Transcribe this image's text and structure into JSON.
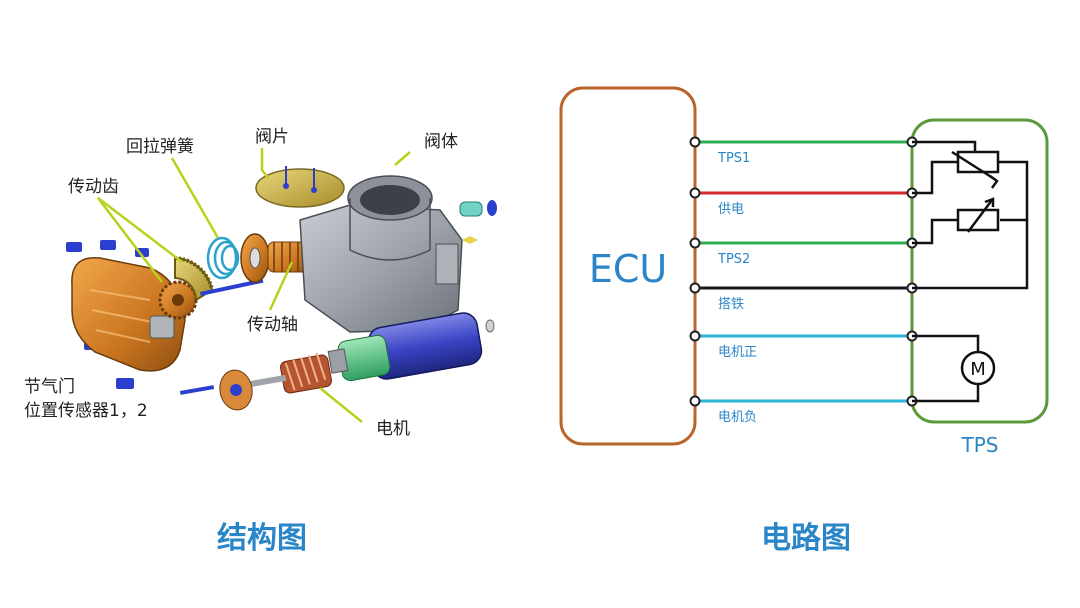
{
  "watermark": "",
  "structure": {
    "caption": "结构图",
    "labels": {
      "valve_plate": "阀片",
      "valve_body": "阀体",
      "return_spring": "回拉弹簧",
      "drive_gear": "传动齿",
      "drive_shaft": "传动轴",
      "position_sensor_line1": "节气门",
      "position_sensor_line2": "位置传感器1，2",
      "motor": "电机"
    }
  },
  "circuit": {
    "caption": "电路图",
    "ecu_label": "ECU",
    "tps_label": "TPS",
    "motor_symbol": "M",
    "wires": [
      {
        "label": "TPS1",
        "color": "#2eae50"
      },
      {
        "label": "供电",
        "color": "#d6282f"
      },
      {
        "label": "TPS2",
        "color": "#2eae50"
      },
      {
        "label": "搭铁",
        "color": "#1a1a1a"
      },
      {
        "label": "电机正",
        "color": "#2ab4d8"
      },
      {
        "label": "电机负",
        "color": "#2ab4d8"
      }
    ],
    "colors": {
      "ecu_box": "#b8652a",
      "tps_box": "#5a9a3a",
      "label_text": "#2a86c8"
    }
  }
}
